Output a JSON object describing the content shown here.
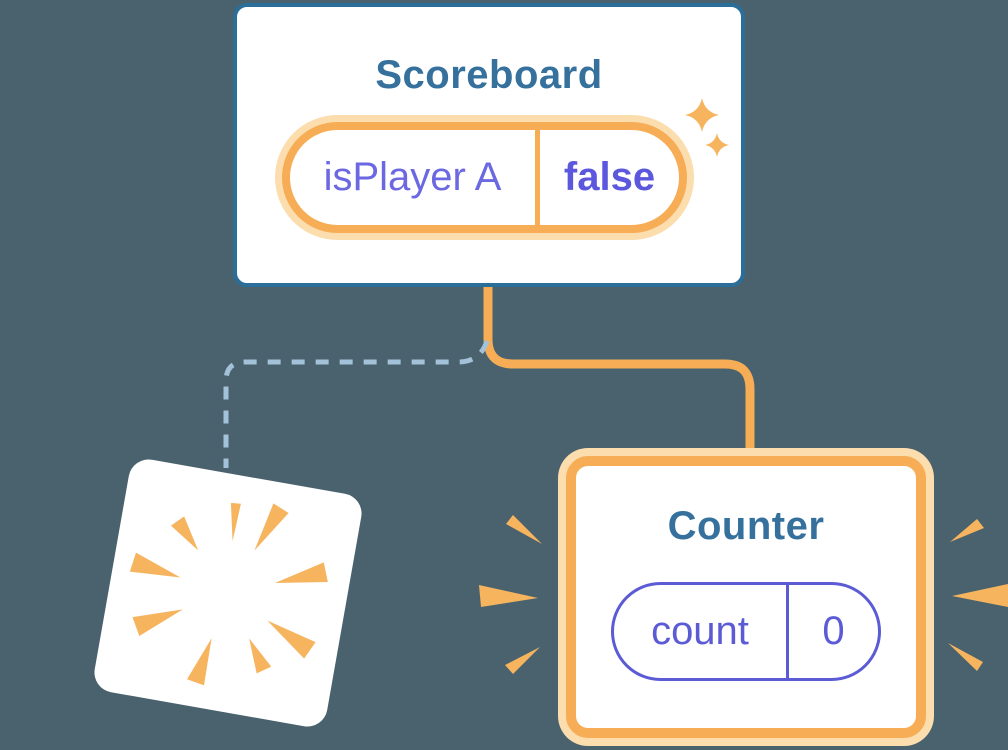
{
  "diagram": {
    "scoreboard": {
      "title": "Scoreboard",
      "state": {
        "name": "isPlayer A",
        "value": "false"
      }
    },
    "counter": {
      "title": "Counter",
      "state": {
        "name": "count",
        "value": "0"
      }
    }
  },
  "colors": {
    "background": "#4a626d",
    "card_border_blue": "#2a6e99",
    "title_teal": "#35719c",
    "orange": "#f6ad55",
    "orange_halo": "#fbddae",
    "spark_orange": "#f6b45f",
    "state_purple": "#6b68e1",
    "state_purple_bold": "#5b58dd",
    "pill_purple_border": "#5c5bd6",
    "dashed_line_blue": "#a3c2d9"
  },
  "icons": {
    "sparkles": "sparkles-icon",
    "burst": "burst-icon",
    "emphasis_marks": "emphasis-marks-icon"
  }
}
